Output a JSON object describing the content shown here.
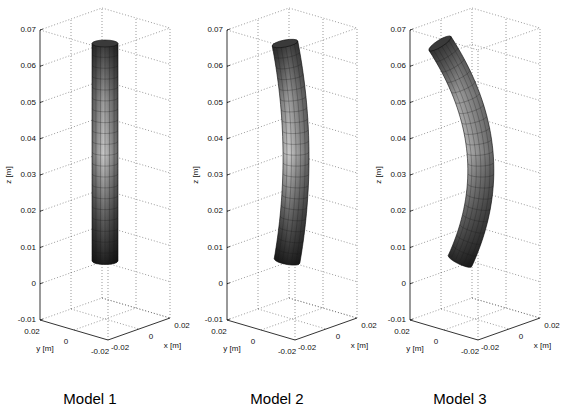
{
  "diagram": {
    "labels": [
      "0.07",
      "0.06",
      "0.05",
      "0.04",
      "0.03",
      "0.02",
      "0.01",
      "0",
      "-0.01",
      "z [m]",
      "0.02",
      "0",
      "-0.02",
      "y [m]",
      "-0.02",
      "0",
      "0.02",
      "x [m]",
      "0.07",
      "0.06",
      "0.05",
      "0.04",
      "0.03",
      "0.02",
      "0.01",
      "0",
      "-0.01",
      "z [m]",
      "0.02",
      "0",
      "-0.02",
      "y [m]",
      "-0.02",
      "0",
      "0.02",
      "x [m]",
      "0.07",
      "0.06",
      "0.05",
      "0.04",
      "0.03",
      "0.02",
      "0.01",
      "0",
      "-0.01",
      "z [m]",
      "0.02",
      "0",
      "-0.02",
      "y [m]",
      "-0.02",
      "0",
      "0.02",
      "x [m]",
      "Model 1",
      "Model 2",
      "Model 3"
    ]
  }
}
